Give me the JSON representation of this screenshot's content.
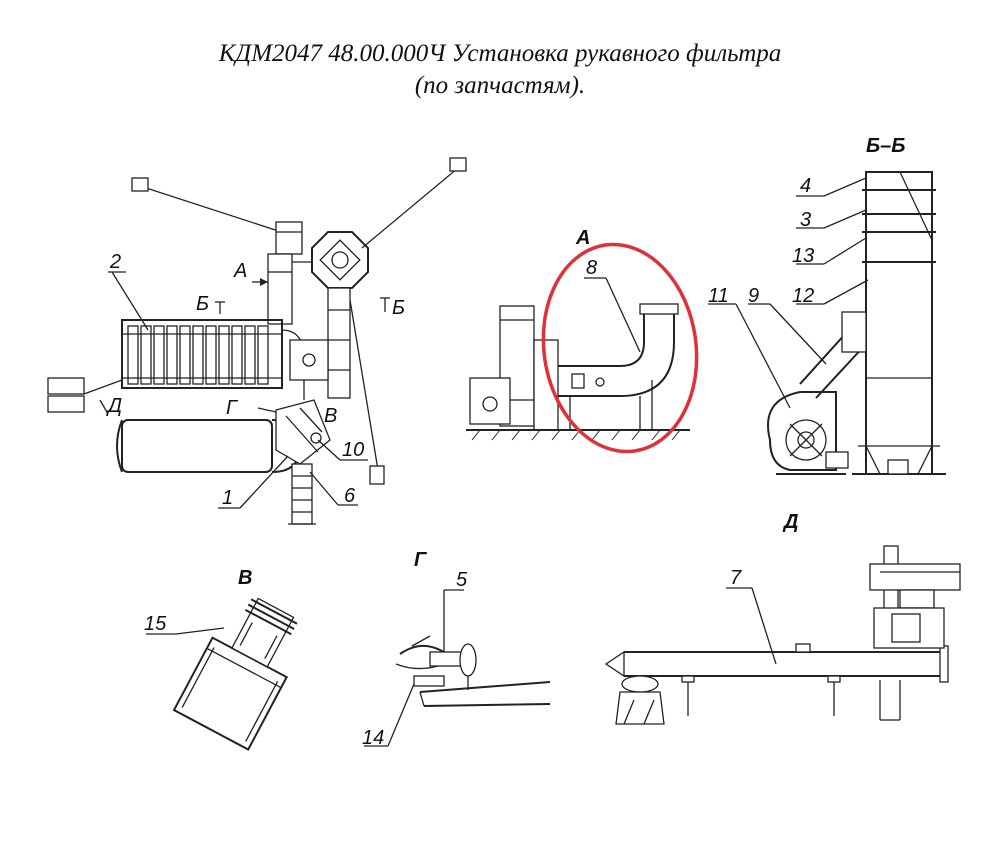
{
  "title": {
    "line1": "КДМ2047 48.00.000Ч Установка рукавного фильтра",
    "line2": "(по запчастям)."
  },
  "section_labels": {
    "A_main": "А",
    "B_left": "Б",
    "B_right": "Б",
    "G_main": "Г",
    "V_main": "В",
    "D_main": "Д",
    "A_view": "А",
    "BB_view": "Б–Б",
    "V_view": "В",
    "G_view": "Г",
    "D_view": "Д"
  },
  "callouts": {
    "c1": "1",
    "c2": "2",
    "c3": "3",
    "c4": "4",
    "c5": "5",
    "c6": "6",
    "c7": "7",
    "c8": "8",
    "c9": "9",
    "c10": "10",
    "c11": "11",
    "c12": "12",
    "c13": "13",
    "c14": "14",
    "c15": "15"
  },
  "colors": {
    "highlight": "#e0303a",
    "ink": "#222222"
  }
}
